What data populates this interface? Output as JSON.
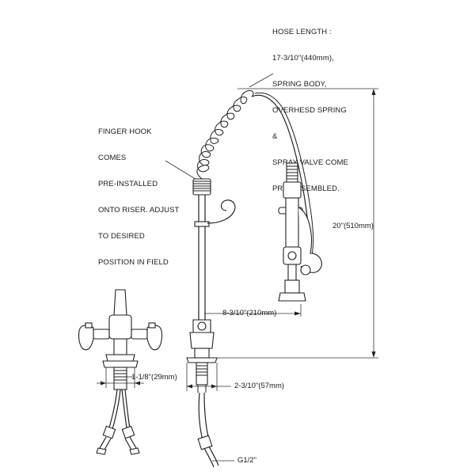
{
  "notes": {
    "hose": [
      "HOSE LENGTH :",
      "17-3/10\"(440mm),",
      "SPRING BODY,",
      "OVERHESD SPRING",
      "&",
      "SPRAY VALVE COME",
      "PRE-ASSEMBLED."
    ],
    "hook": [
      "FINGER HOOK",
      "COMES",
      "PRE-INSTALLED",
      "ONTO RISER. ADJUST",
      "TO DESIRED",
      "POSITION IN FIELD"
    ]
  },
  "dimensions": {
    "height": "20\"(510mm)",
    "reach": "8-3/10\"(210mm)",
    "mixer_base": "1-1/8\"(29mm)",
    "riser_base": "2-3/10\"(57mm)",
    "thread": "G1/2\""
  }
}
